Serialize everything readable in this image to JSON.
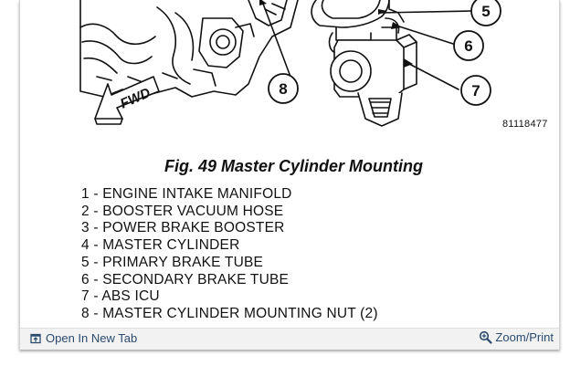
{
  "figure": {
    "code": "81118477",
    "caption": "Fig. 49 Master Cylinder Mounting",
    "fwd_label": "FWD",
    "callouts": [
      "5",
      "6",
      "7",
      "8"
    ]
  },
  "legend": [
    "1 - ENGINE INTAKE MANIFOLD",
    "2 - BOOSTER VACUUM HOSE",
    "3 - POWER BRAKE BOOSTER",
    "4 - MASTER CYLINDER",
    "5 - PRIMARY BRAKE TUBE",
    "6 - SECONDARY BRAKE TUBE",
    "7 - ABS ICU",
    "8 - MASTER CYLINDER MOUNTING NUT (2)"
  ],
  "footer": {
    "open_label": "Open In New Tab",
    "zoom_label": "Zoom/Print",
    "link_color": "#2a4a6e"
  }
}
